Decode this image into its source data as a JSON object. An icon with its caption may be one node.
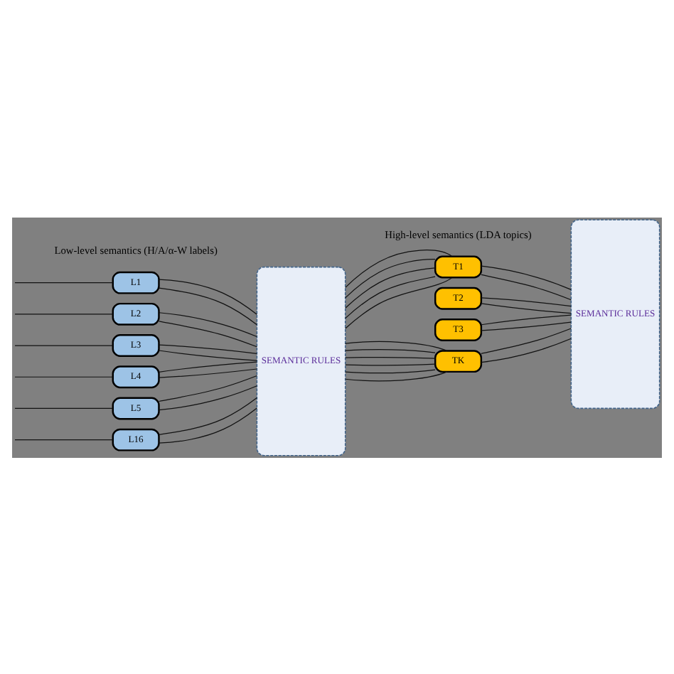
{
  "diagram": {
    "nodes": [
      {
        "text": [
          "L1"
        ]
      },
      {
        "text": [
          "L2"
        ]
      },
      {
        "text": [
          "L3"
        ]
      },
      {
        "text": [
          "L4"
        ]
      },
      {
        "text": [
          "L5"
        ]
      },
      {
        "text": [
          "L16"
        ]
      },
      {
        "text": [
          "SEMANTIC RULES"
        ]
      },
      {
        "text": [
          "T1"
        ]
      },
      {
        "text": [
          "T2"
        ]
      },
      {
        "text": [
          "T3"
        ]
      },
      {
        "text": [
          "TK"
        ]
      },
      {
        "text": [
          "SEMANTIC RULES"
        ]
      }
    ],
    "edges": [
      {
        "from": null,
        "to": 0,
        "arrow": "none"
      },
      {
        "from": null,
        "to": 1,
        "arrow": "none"
      },
      {
        "from": null,
        "to": 2,
        "arrow": "none"
      },
      {
        "from": null,
        "to": 3,
        "arrow": "none"
      },
      {
        "from": null,
        "to": 4,
        "arrow": "none"
      },
      {
        "from": null,
        "to": 5,
        "arrow": "none"
      },
      {
        "from": 0,
        "to": 6,
        "arrow": "none"
      },
      {
        "from": 0,
        "to": 6,
        "arrow": "none"
      },
      {
        "from": 1,
        "to": 6,
        "arrow": "none"
      },
      {
        "from": 1,
        "to": 6,
        "arrow": "none"
      },
      {
        "from": 2,
        "to": 6,
        "arrow": "none"
      },
      {
        "from": 2,
        "to": 6,
        "arrow": "none"
      },
      {
        "from": 3,
        "to": 6,
        "arrow": "none"
      },
      {
        "from": 3,
        "to": 6,
        "arrow": "none"
      },
      {
        "from": 4,
        "to": 6,
        "arrow": "none"
      },
      {
        "from": 4,
        "to": 6,
        "arrow": "none"
      },
      {
        "from": 5,
        "to": 6,
        "arrow": "none"
      },
      {
        "from": 5,
        "to": 6,
        "arrow": "none"
      },
      {
        "from": 6,
        "to": 7,
        "arrow": "none"
      },
      {
        "from": 6,
        "to": 7,
        "arrow": "none"
      },
      {
        "from": 6,
        "to": 7,
        "arrow": "none"
      },
      {
        "from": 6,
        "to": 7,
        "arrow": "none"
      },
      {
        "from": 6,
        "to": 7,
        "arrow": "none"
      },
      {
        "from": 6,
        "to": 10,
        "arrow": "none"
      },
      {
        "from": 6,
        "to": 10,
        "arrow": "none"
      },
      {
        "from": 6,
        "to": 10,
        "arrow": "none"
      },
      {
        "from": 6,
        "to": 10,
        "arrow": "none"
      },
      {
        "from": 6,
        "to": 10,
        "arrow": "none"
      },
      {
        "from": 6,
        "to": 10,
        "arrow": "none"
      },
      {
        "from": 7,
        "to": 11,
        "arrow": "none"
      },
      {
        "from": 7,
        "to": 11,
        "arrow": "none"
      },
      {
        "from": 8,
        "to": 11,
        "arrow": "none"
      },
      {
        "from": 8,
        "to": 11,
        "arrow": "none"
      },
      {
        "from": 9,
        "to": 11,
        "arrow": "none"
      },
      {
        "from": 9,
        "to": 11,
        "arrow": "none"
      },
      {
        "from": 10,
        "to": 11,
        "arrow": "none"
      },
      {
        "from": 10,
        "to": 11,
        "arrow": "none"
      }
    ],
    "labels": [
      "Low-level semantics (H/A/α-W labels)",
      "High-level semantics (LDA topics)"
    ]
  }
}
